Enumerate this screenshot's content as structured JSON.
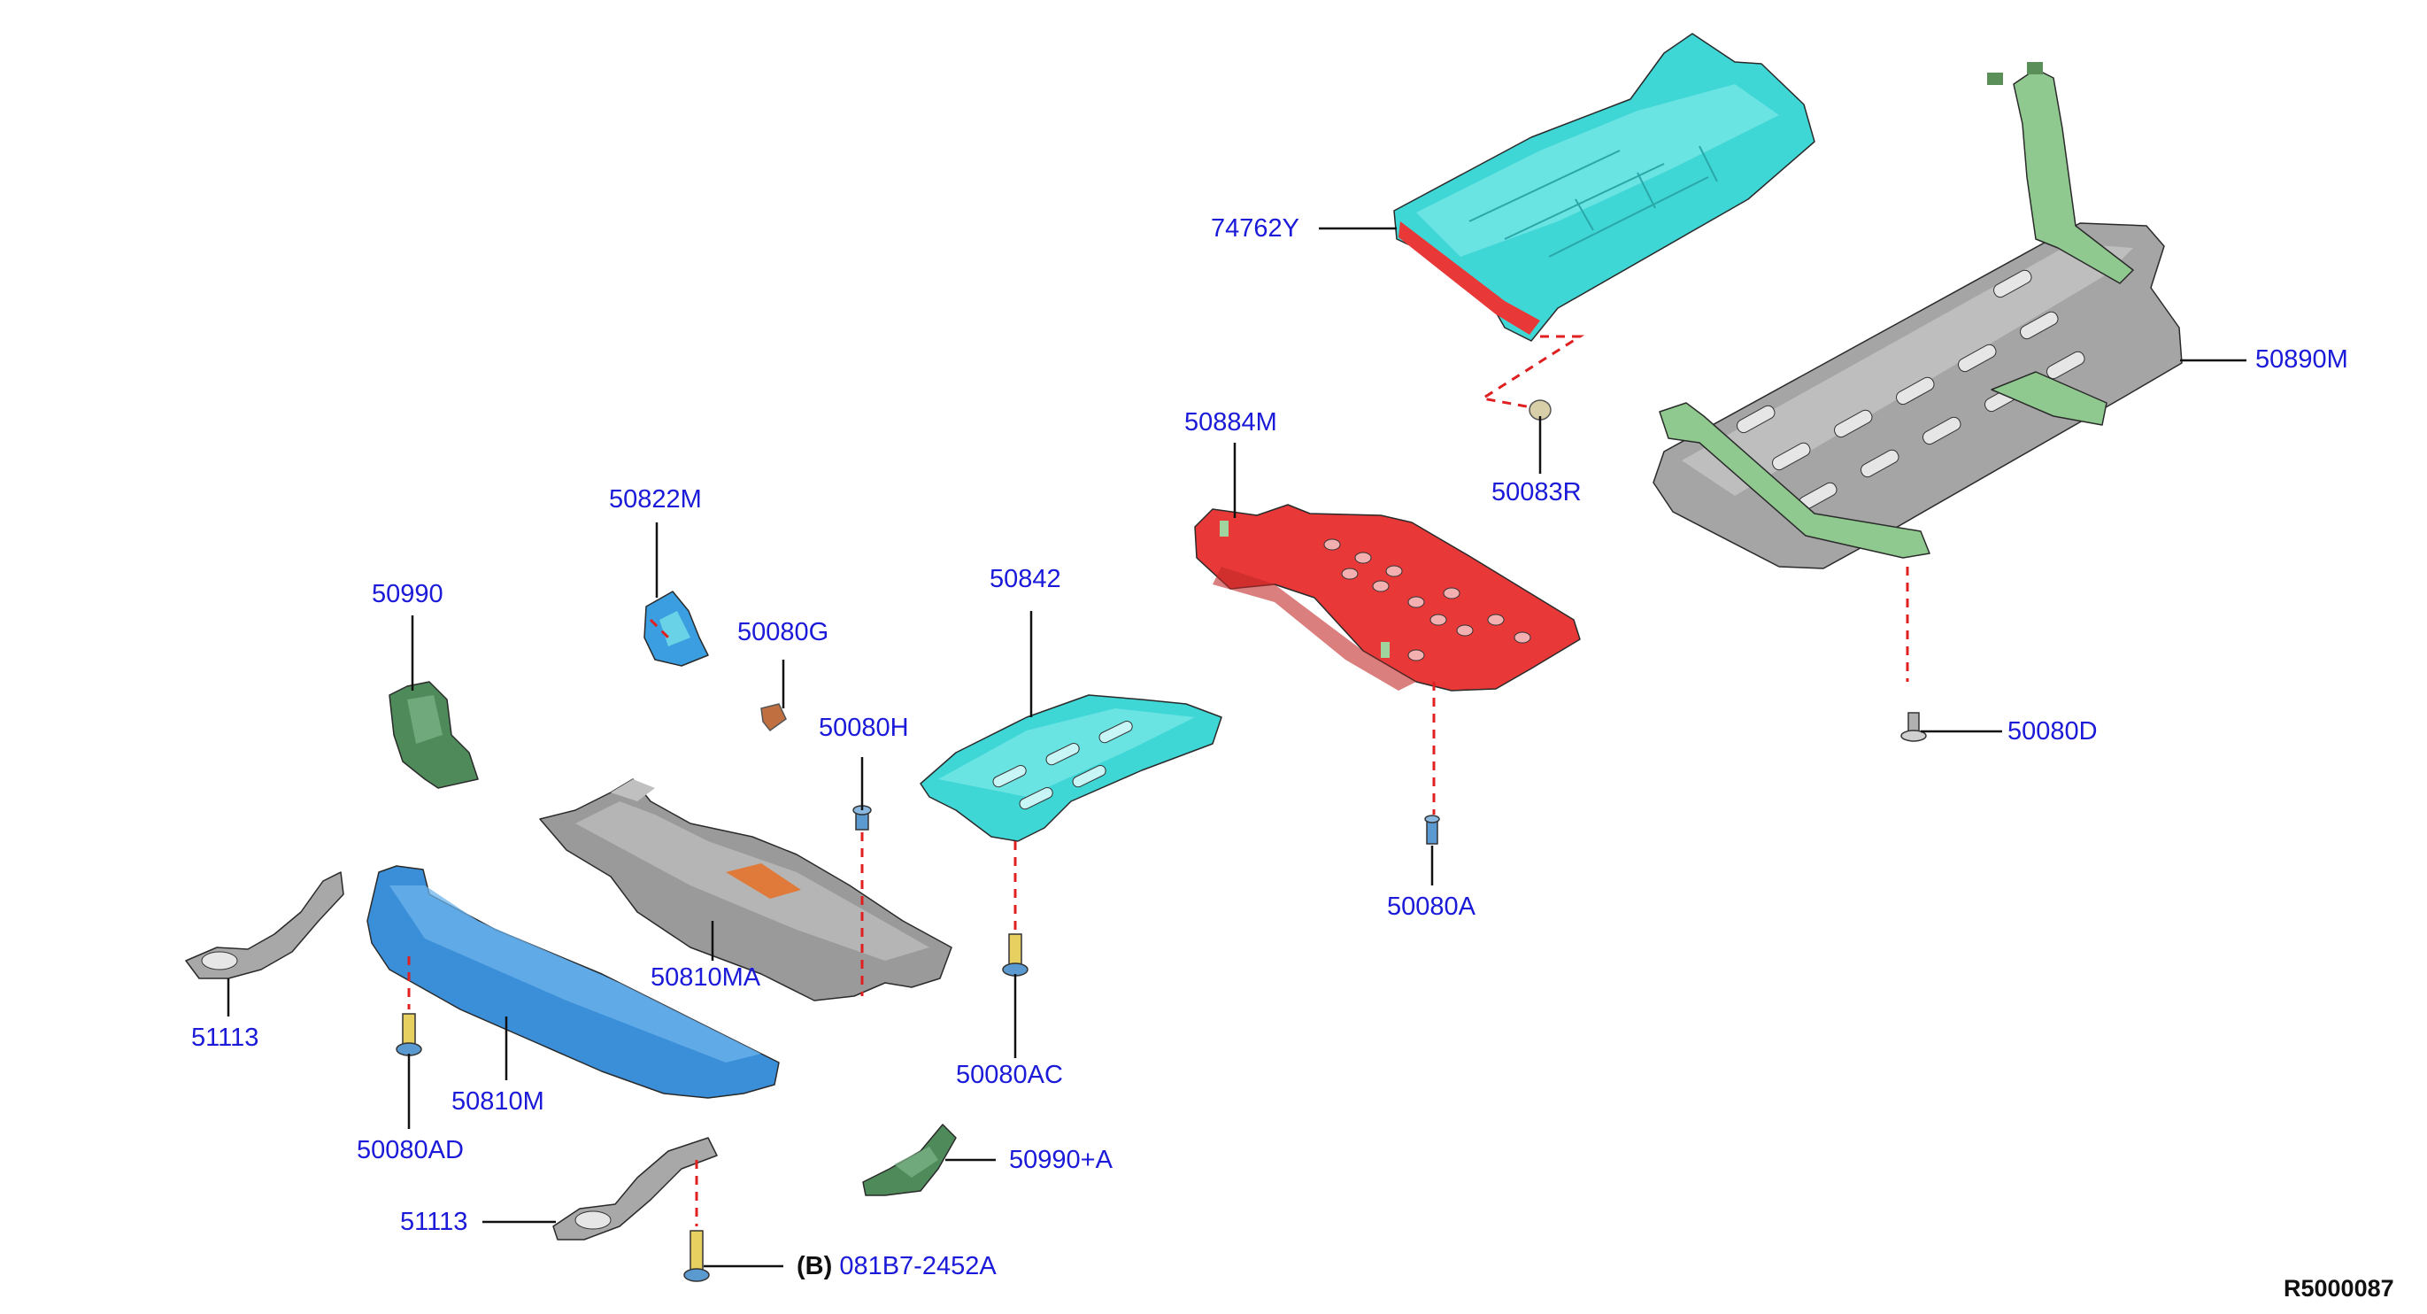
{
  "diagram_code": "R5000087",
  "colors": {
    "label_text": "#1a1ad8",
    "leader_line": "#111111",
    "dashed_guide": "#e02020",
    "teal_part": "#3fd6d6",
    "red_part": "#e83838",
    "gray_part": "#9a9a9a",
    "green_part": "#5a8f5a",
    "blue_part": "#3a8fd8",
    "light_green_part": "#8fc98f",
    "orange_part": "#d87a3a"
  },
  "callouts": [
    {
      "id": "74762Y",
      "label": "74762Y"
    },
    {
      "id": "50890M",
      "label": "50890M"
    },
    {
      "id": "50884M",
      "label": "50884M"
    },
    {
      "id": "50083R",
      "label": "50083R"
    },
    {
      "id": "50822M",
      "label": "50822M"
    },
    {
      "id": "50990",
      "label": "50990"
    },
    {
      "id": "50080G",
      "label": "50080G"
    },
    {
      "id": "50842",
      "label": "50842"
    },
    {
      "id": "50080H",
      "label": "50080H"
    },
    {
      "id": "50080D",
      "label": "50080D"
    },
    {
      "id": "50080A",
      "label": "50080A"
    },
    {
      "id": "51113a",
      "label": "51113"
    },
    {
      "id": "50810MA",
      "label": "50810MA"
    },
    {
      "id": "50810M",
      "label": "50810M"
    },
    {
      "id": "50080AC",
      "label": "50080AC"
    },
    {
      "id": "50080AD",
      "label": "50080AD"
    },
    {
      "id": "50990A",
      "label": "50990+A"
    },
    {
      "id": "51113b",
      "label": "51113"
    },
    {
      "id": "081B7",
      "label": "081B7-2452A",
      "prefix": "(B)"
    }
  ]
}
